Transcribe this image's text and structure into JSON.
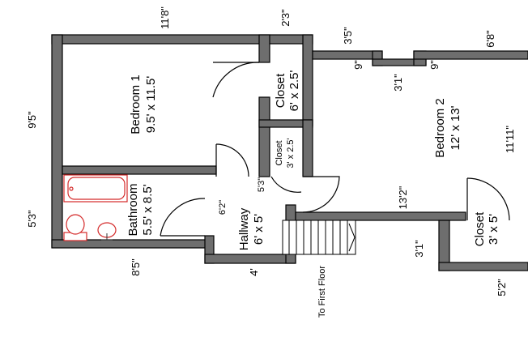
{
  "rooms": {
    "bedroom1": {
      "name": "Bedroom 1",
      "size": "9.5' x 11.5'"
    },
    "bedroom2": {
      "name": "Bedroom 2",
      "size": "12' x 13'"
    },
    "closet_top": {
      "name": "Closet",
      "size": "6' x 2.5'"
    },
    "closet_small": {
      "name": "Closet",
      "size": "3' x 2.5'"
    },
    "bathroom": {
      "name": "Bathroom",
      "size": "5.5' x 8.5'"
    },
    "hallway": {
      "name": "Hallway",
      "size": "6' x 5'"
    },
    "closet_right": {
      "name": "Closet",
      "size": "3' x 5'"
    }
  },
  "dimensions": {
    "d_11_8": "11'8\"",
    "d_2_3": "2'3\"",
    "d_3_5": "3'5\"",
    "d_6_8": "6'8\"",
    "d_9_left": "9\"",
    "d_9_right": "9\"",
    "d_3_1": "3'1\"",
    "d_9_5": "9'5\"",
    "d_11_11": "11'11\"",
    "d_5_3_left": "5'3\"",
    "d_5_3_mid": "5'3\"",
    "d_6_2": "6'2\"",
    "d_13_2": "13'2\"",
    "d_8_5": "8'5\"",
    "d_4": "4'",
    "d_3_1_lower": "3'1\"",
    "d_5_2": "5'2\""
  },
  "notes": {
    "stairs": "To First Floor"
  },
  "colors": {
    "wall": "#6e6e6e",
    "fixture": "#d42a2a"
  }
}
